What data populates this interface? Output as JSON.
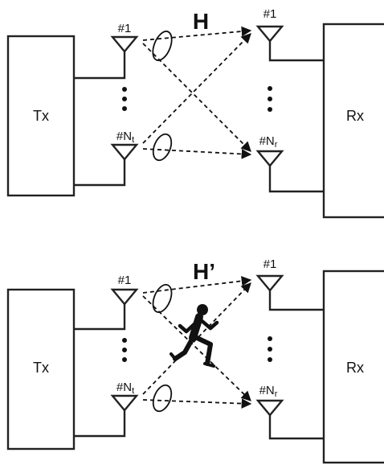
{
  "diagrams": [
    {
      "tx_label": "Tx",
      "rx_label": "Rx",
      "channel_label": "H",
      "tx_first_antenna": "#1",
      "tx_last_antenna_prefix": "#N",
      "tx_last_antenna_sub": "t",
      "rx_first_antenna": "#1",
      "rx_last_antenna_prefix": "#N",
      "rx_last_antenna_sub": "r",
      "obstacle_icon": "running-person-icon",
      "has_obstacle": false
    },
    {
      "tx_label": "Tx",
      "rx_label": "Rx",
      "channel_label": "H’",
      "tx_first_antenna": "#1",
      "tx_last_antenna_prefix": "#N",
      "tx_last_antenna_sub": "t",
      "rx_first_antenna": "#1",
      "rx_last_antenna_prefix": "#N",
      "rx_last_antenna_sub": "r",
      "obstacle_icon": "running-person-icon",
      "has_obstacle": true
    }
  ]
}
